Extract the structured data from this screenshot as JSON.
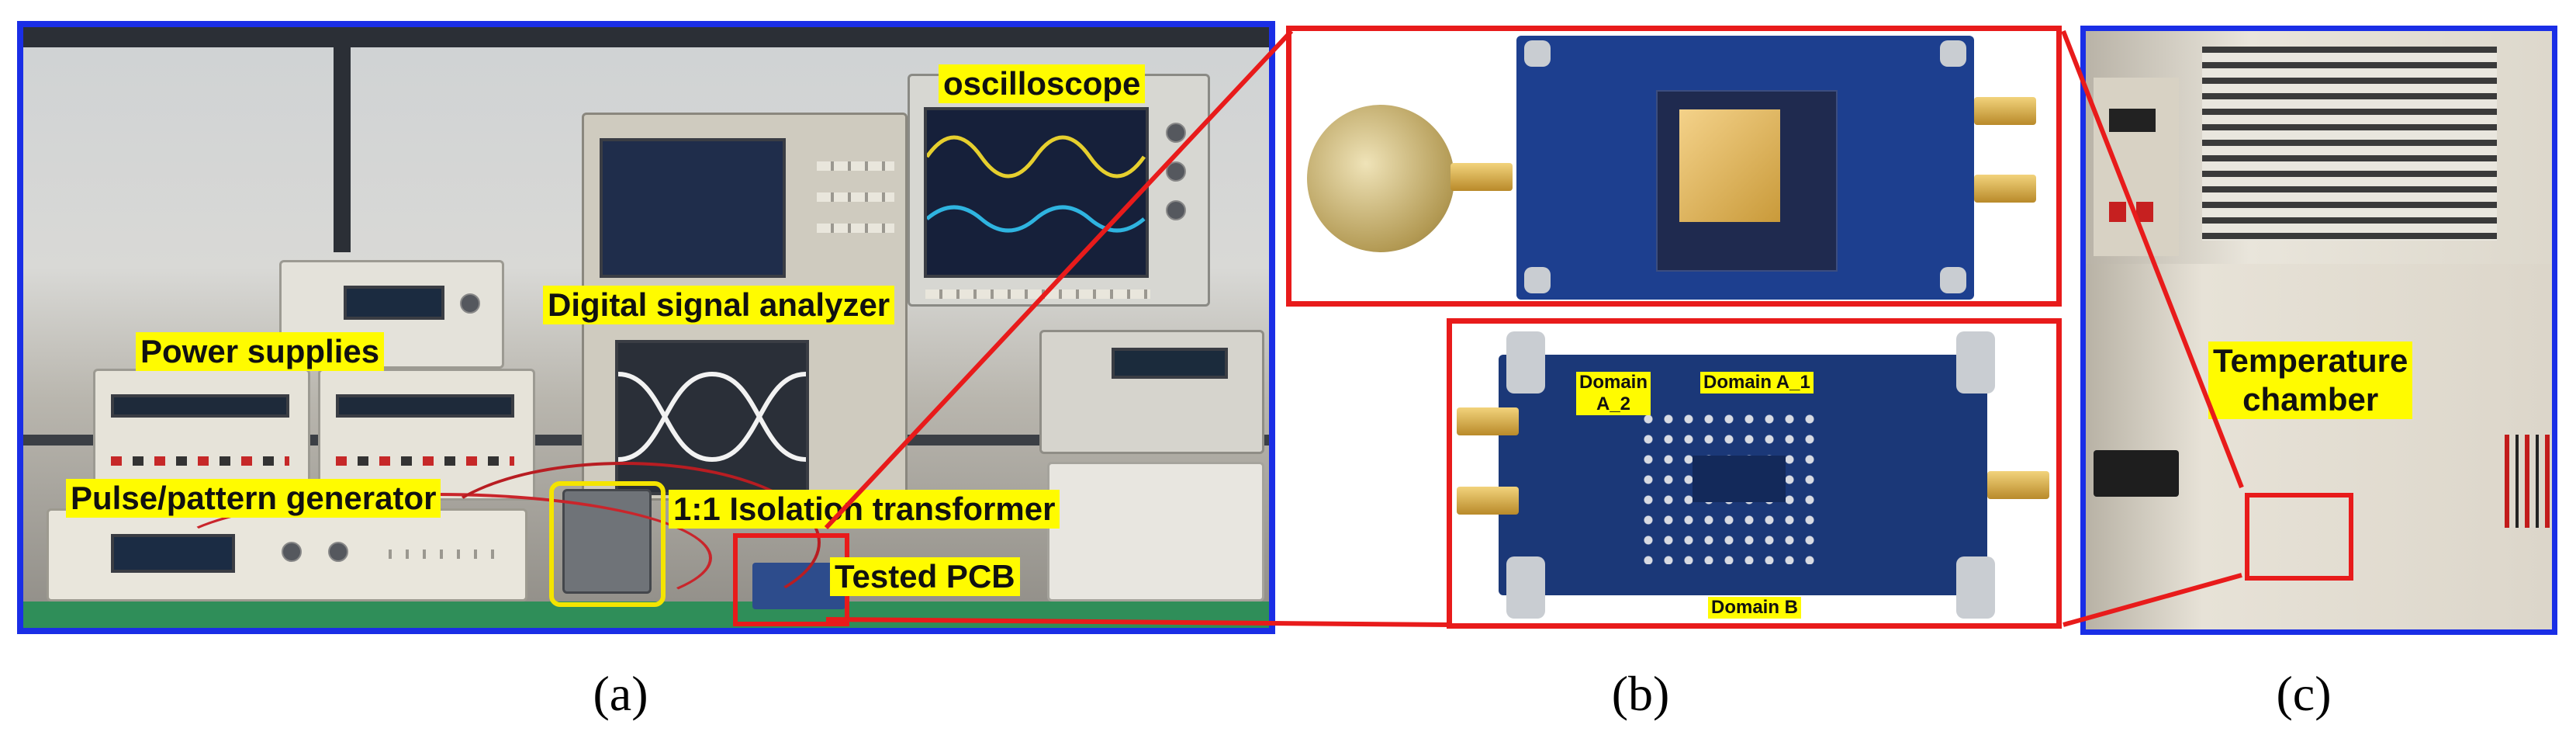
{
  "panel_a": {
    "labels": {
      "oscilloscope": "oscilloscope",
      "digital_signal_analyzer": "Digital signal analyzer",
      "power_supplies": "Power supplies",
      "pulse_pattern_generator": "Pulse/pattern generator",
      "isolation_transformer": "1:1 Isolation transformer",
      "tested_pcb": "Tested PCB"
    },
    "caption": "(a)"
  },
  "panel_b": {
    "labels": {
      "domain_a2_line1": "Domain",
      "domain_a2_line2": "A_2",
      "domain_a1": "Domain A_1",
      "domain_b": "Domain B"
    },
    "caption": "(b)"
  },
  "panel_c": {
    "labels": {
      "temperature_chamber_line1": "Temperature",
      "temperature_chamber_line2": "chamber"
    },
    "caption": "(c)"
  },
  "colors": {
    "frame_blue": "#1a2ee6",
    "highlight_red": "#e81b1b",
    "label_yellow": "#fffb00",
    "transformer_outline": "#f4e400"
  }
}
